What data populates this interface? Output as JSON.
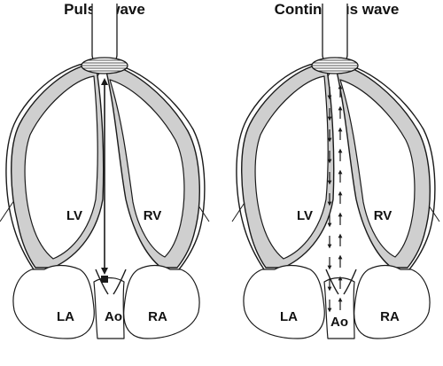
{
  "panels": {
    "left": {
      "title": "Pulse wave",
      "labels": {
        "lv": "LV",
        "rv": "RV",
        "la": "LA",
        "ao": "Ao",
        "ra": "RA"
      }
    },
    "right": {
      "title": "Continuous wave",
      "labels": {
        "lv": "LV",
        "rv": "RV",
        "la": "LA",
        "ao": "Ao",
        "ra": "RA"
      }
    }
  },
  "colors": {
    "line": "#1a1a1a",
    "myocardium": "#cfcfcf",
    "background": "#ffffff"
  },
  "icons": {
    "transducer": "ultrasound-probe-icon",
    "sample_volume": "sample-volume-marker"
  }
}
